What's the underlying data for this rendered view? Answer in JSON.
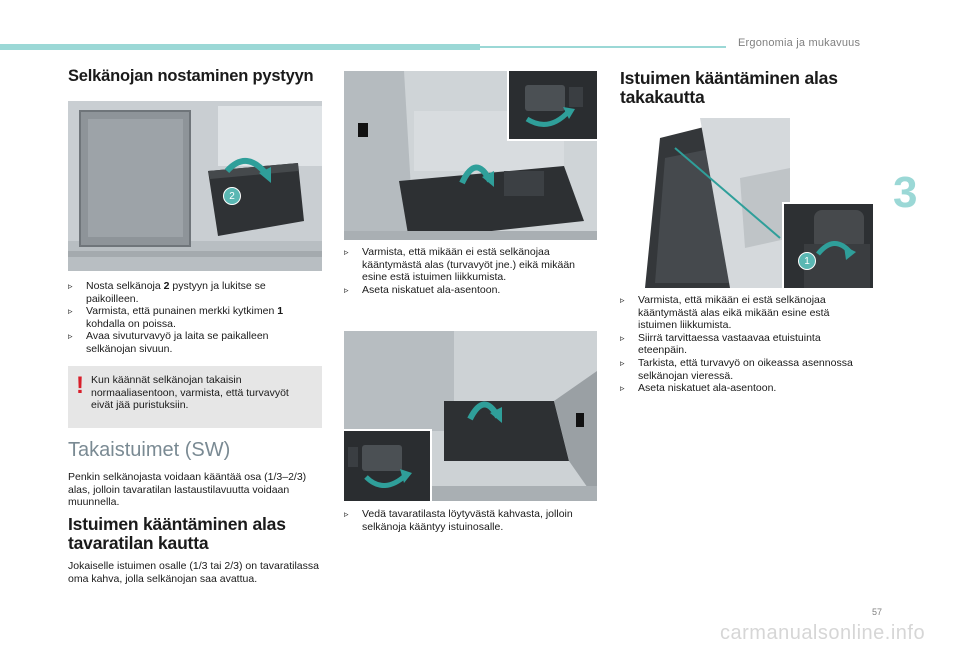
{
  "header": {
    "chapter_title": "Ergonomia ja mukavuus",
    "chapter_number": "3",
    "page_number": "57"
  },
  "left_column": {
    "section1_title": "Selkänojan nostaminen pystyyn",
    "image1_callout": "2",
    "bullets": [
      {
        "before": "Nosta selkänoja ",
        "bold": "2",
        "after": " pystyyn ja lukitse se paikoilleen."
      },
      {
        "before": "Varmista, että punainen merkki kytkimen ",
        "bold": "1",
        "after": " kohdalla on poissa."
      },
      {
        "before": "Avaa sivuturvavyö ja laita se paikalleen selkänojan sivuun.",
        "bold": "",
        "after": ""
      }
    ],
    "warning_text": "Kun käännät selkänojan takaisin normaaliasentoon, varmista, että turvavyöt eivät jää puristuksiin.",
    "section2_title": "Takaistuimet (SW)",
    "section2_text": "Penkin selkänojasta voidaan kääntää osa (1/3–2/3) alas, jolloin tavaratilan lastaustilavuutta voidaan muunnella.",
    "section3_title": "Istuimen kääntäminen alas tavaratilan kautta",
    "section3_text": "Jokaiselle istuimen osalle (1/3 tai 2/3) on tavaratilassa oma kahva, jolla selkänojan saa avattua."
  },
  "middle_column": {
    "bullets1": [
      "Varmista, että mikään ei estä selkänojaa kääntymästä alas (turvavyöt jne.) eikä mikään esine estä istuimen liikkumista.",
      "Aseta niskatuet ala-asentoon."
    ],
    "bullets2": [
      "Vedä tavaratilasta löytyvästä kahvasta, jolloin selkänoja kääntyy istuinosalle."
    ]
  },
  "right_column": {
    "section_title": "Istuimen kääntäminen alas takakautta",
    "image_callout": "1",
    "bullets": [
      "Varmista, että mikään ei estä selkänojaa kääntymästä alas eikä mikään esine estä istuimen liikkumista.",
      "Siirrä tarvittaessa vastaavaa etuistuinta eteenpäin.",
      "Tarkista, että turvavyö on oikeassa asennossa selkänojan vieressä.",
      "Aseta niskatuet ala-asentoon."
    ]
  },
  "colors": {
    "accent_teal": "#9bd8d6",
    "warning_red": "#d81e2a",
    "arrow_green": "#2f9f9a",
    "heading_gray": "#7a8a93"
  },
  "watermark": "carmanualsonline.info"
}
